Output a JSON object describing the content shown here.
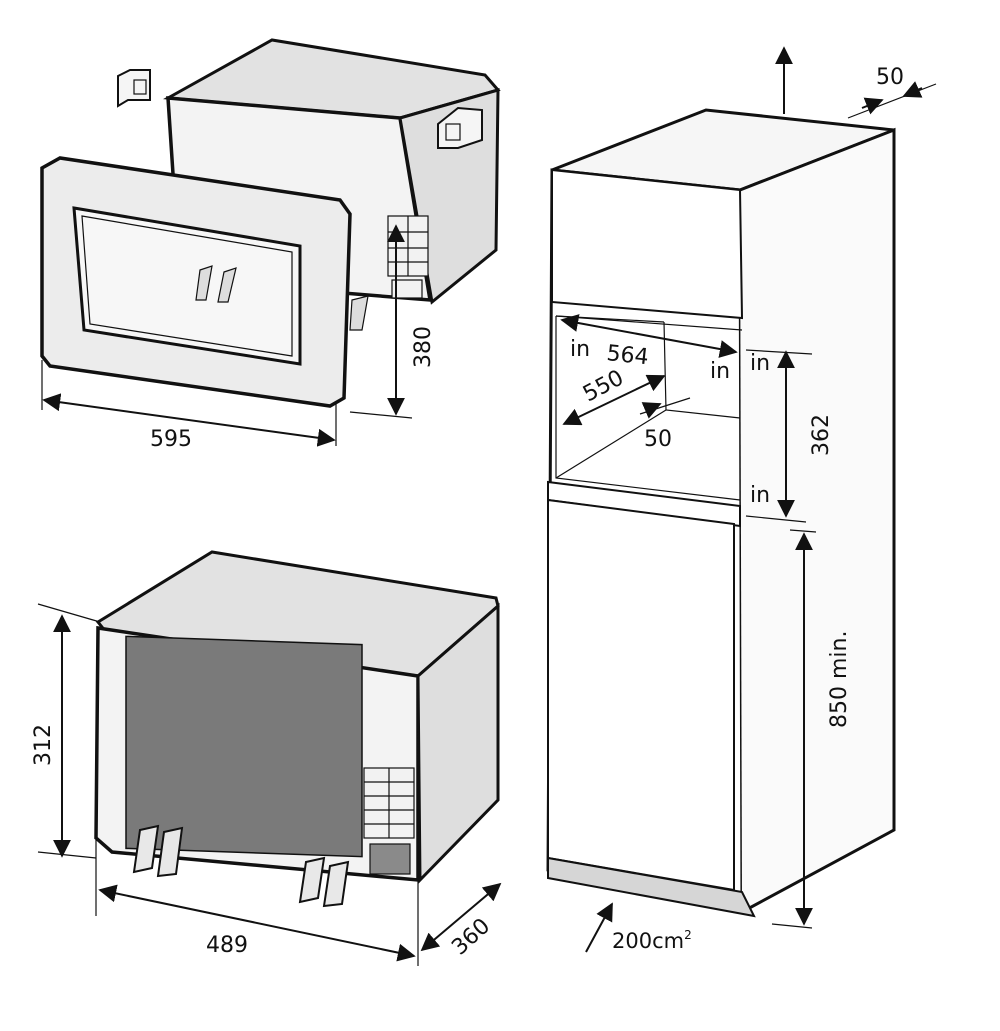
{
  "diagram": {
    "labels": {
      "frame_width": "595",
      "frame_height": "380",
      "oven_width": "489",
      "oven_height": "312",
      "oven_depth": "360",
      "top_clearance": "50",
      "niche_width": "564",
      "niche_depth": "550",
      "rear_gap": "50",
      "niche_height": "362",
      "floor_height": "850 min.",
      "vent_area_value": "200cm",
      "vent_area_sup": "2",
      "in_1": "in",
      "in_2": "in",
      "in_3": "in",
      "in_4": "in"
    }
  },
  "colors": {
    "line": "#111111",
    "appliance_body": "#ececec",
    "door_glass": "#7a7a7a",
    "cabinet_plinth": "#d6d6d6"
  }
}
